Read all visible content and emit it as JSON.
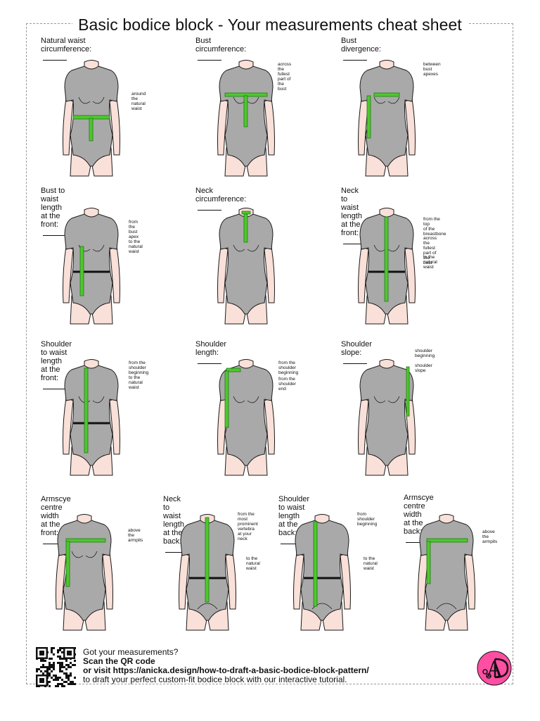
{
  "title": "Basic bodice block - Your measurements cheat sheet",
  "cards": [
    {
      "label": "Natural waist\ncircumference:",
      "notes": [
        "around\nthe natural waist"
      ]
    },
    {
      "label": "Bust\ncircumference:",
      "notes": [
        "across the fullest\npart of the bust"
      ]
    },
    {
      "label": "Bust\ndivergence:",
      "notes": [
        "between\nbust apexes"
      ]
    },
    {
      "label": "Bust to waist length\nat the front:",
      "notes": [
        "from the bust apex\nto the natural waist"
      ]
    },
    {
      "label": "Neck\ncircumference:",
      "notes": []
    },
    {
      "label": "Neck to waist length\nat the front:",
      "notes": [
        "from the top\nof the breastbone",
        "across the fullest\npart of the bust",
        "to the natural waist"
      ]
    },
    {
      "label": "Shoulder to waist length\nat the front:",
      "notes": [
        "from the shoulder\nbeginning",
        "to the natural waist"
      ]
    },
    {
      "label": "Shoulder\nlength:",
      "notes": [
        "from the shoulder\nbeginning",
        "from the shoulder\nend"
      ]
    },
    {
      "label": "Shoulder\nslope:",
      "notes": [
        "shoulder beginning",
        "shoulder slope"
      ]
    },
    {
      "label": "Armscye centre width\nat the front:",
      "notes": [
        "above\nthe armpits"
      ]
    },
    {
      "label": "Neck to waist length\nat the back:",
      "notes": [
        "from the most\nprominent vertebra\nat your neck",
        "to the natural\nwaist"
      ]
    },
    {
      "label": "Shoulder to waist length\nat the back:",
      "notes": [
        "from shoulder\nbeginning",
        "to the natural\nwaist"
      ]
    },
    {
      "label": "Armscye centre width\nat the back:",
      "notes": [
        "above\nthe armpits"
      ]
    }
  ],
  "footer": {
    "line1": "Got your measurements?",
    "line2": "Scan the QR code",
    "line3": "or visit https://anicka.design/how-to-draft-a-basic-bodice-block-pattern/",
    "line4": "to draft your perfect custom-fit bodice block with our interactive tutorial."
  },
  "colors": {
    "tape": "#4ec72e",
    "body": "#a9a9a9",
    "skin": "#f9e0d8",
    "logo": "#ff4fa3"
  }
}
